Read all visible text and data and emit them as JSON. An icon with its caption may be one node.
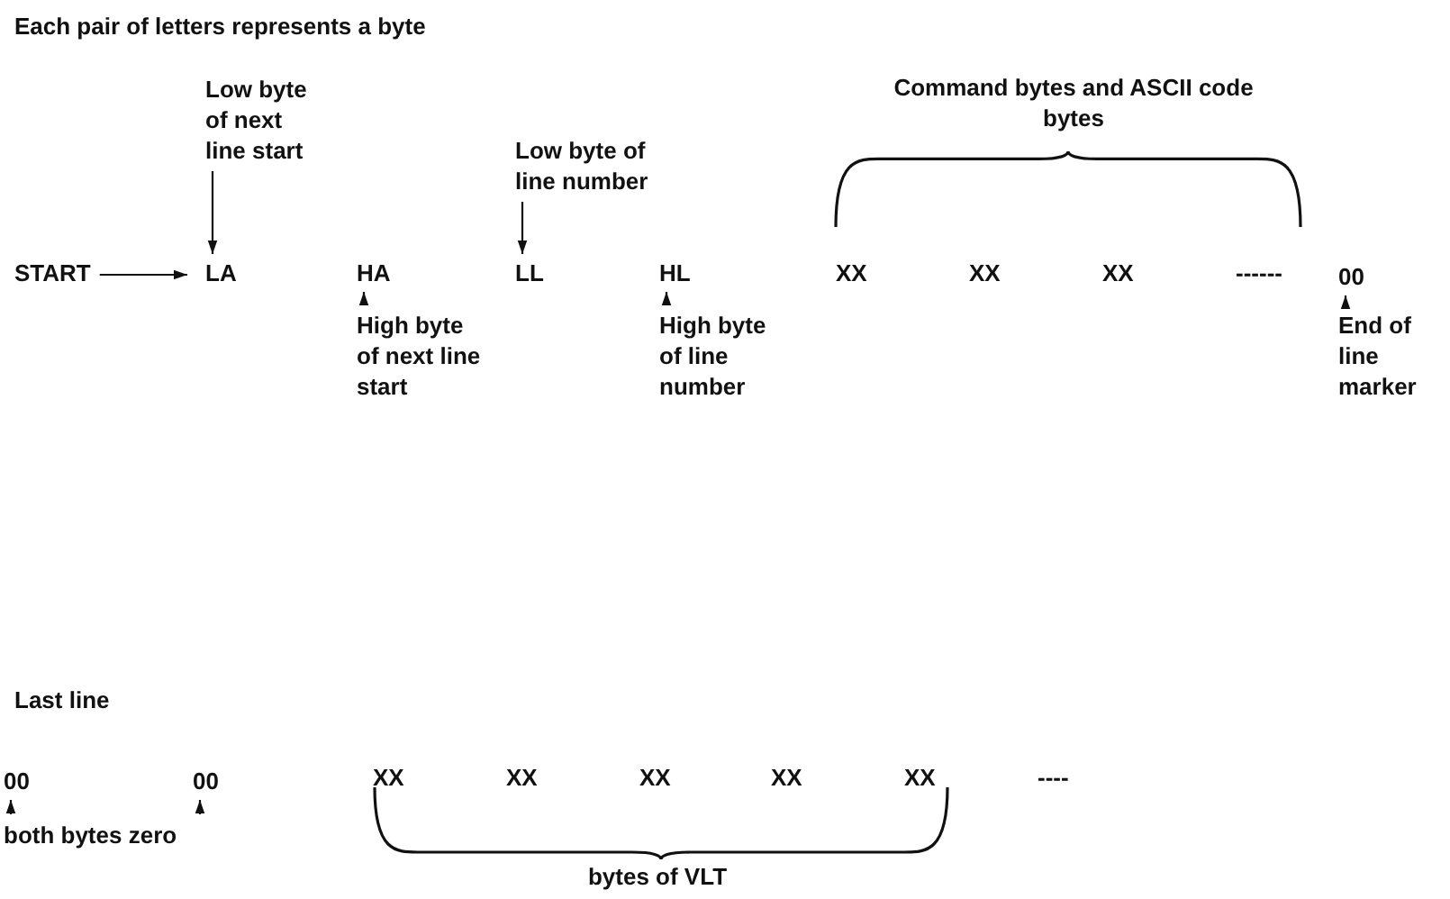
{
  "diagram": {
    "title": "Each pair of letters represents a byte",
    "nodes": [
      {
        "text": [
          "START"
        ]
      },
      {
        "text": [
          "LA"
        ]
      },
      {
        "text": [
          "HA"
        ]
      },
      {
        "text": [
          "LL"
        ]
      },
      {
        "text": [
          "HL"
        ]
      },
      {
        "text": [
          "XX"
        ]
      },
      {
        "text": [
          "XX"
        ]
      },
      {
        "text": [
          "XX"
        ]
      },
      {
        "text": [
          "00"
        ]
      },
      {
        "text": [
          "Low byte of next line start"
        ]
      },
      {
        "text": [
          "High byte of next line start"
        ]
      },
      {
        "text": [
          "Low byte of line number"
        ]
      },
      {
        "text": [
          "High byte of line number"
        ]
      },
      {
        "text": [
          "End of line marker"
        ]
      },
      {
        "text": [
          "Command bytes and ASCII code bytes"
        ]
      },
      {
        "text": [
          "00"
        ]
      },
      {
        "text": [
          "00"
        ]
      },
      {
        "text": [
          "both bytes zero"
        ]
      },
      {
        "text": [
          "XX"
        ]
      },
      {
        "text": [
          "XX"
        ]
      },
      {
        "text": [
          "XX"
        ]
      },
      {
        "text": [
          "XX"
        ]
      },
      {
        "text": [
          "XX"
        ]
      },
      {
        "text": [
          "bytes of VLT"
        ]
      }
    ],
    "edges": [
      {
        "from": 0,
        "to": 1,
        "arrow": "to"
      },
      {
        "from": 9,
        "to": 1,
        "arrow": "to"
      },
      {
        "from": 10,
        "to": 2,
        "arrow": "to"
      },
      {
        "from": 11,
        "to": 3,
        "arrow": "to"
      },
      {
        "from": 12,
        "to": 4,
        "arrow": "to"
      },
      {
        "from": 13,
        "to": 8,
        "arrow": "to"
      },
      {
        "from": 17,
        "to": 15,
        "arrow": "to"
      },
      {
        "from": 17,
        "to": 16,
        "arrow": "to"
      }
    ],
    "labels": [
      "------",
      "Last line",
      "----"
    ]
  }
}
